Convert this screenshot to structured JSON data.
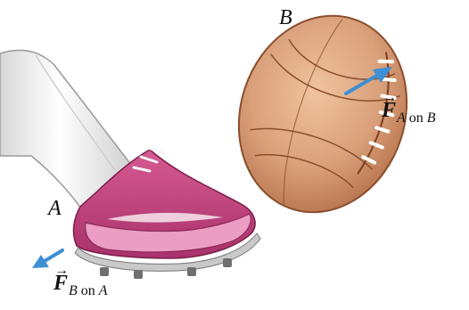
{
  "labels": {
    "point_a": "A",
    "point_b": "B"
  },
  "forces": {
    "a_on_b": {
      "symbol": "F",
      "vector_mark": "→",
      "subscript_from": "A",
      "subscript_word": " on ",
      "subscript_to": "B"
    },
    "b_on_a": {
      "symbol": "F",
      "vector_mark": "→",
      "subscript_from": "B",
      "subscript_word": " on ",
      "subscript_to": "A"
    }
  },
  "colors": {
    "arrow": "#3d8fd6",
    "ball": "#d29a72",
    "shoe": "#c4457f",
    "sock": "#eaeaea"
  }
}
